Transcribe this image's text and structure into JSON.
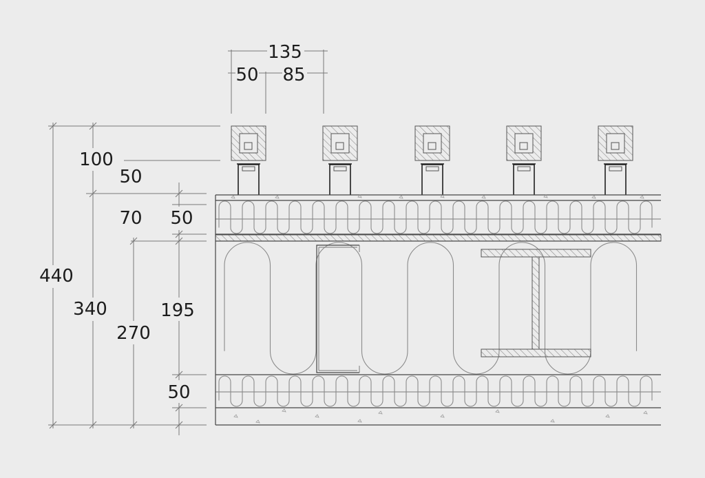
{
  "drawing": {
    "dimensions": {
      "top_total": "135",
      "top_left": "50",
      "top_right": "85",
      "left_440": "440",
      "left_340": "340",
      "left_270": "270",
      "left_100": "100",
      "left_50a": "50",
      "left_70": "70",
      "left_50b": "50",
      "left_195": "195",
      "left_50c": "50"
    },
    "colors": {
      "background": "#ececec",
      "line": "#777777",
      "dark": "#1e1e1e",
      "hatch": "#8a8a8a"
    },
    "icons": [
      "square-tube-icon",
      "steel-i-beam-icon",
      "channel-section-icon"
    ]
  }
}
